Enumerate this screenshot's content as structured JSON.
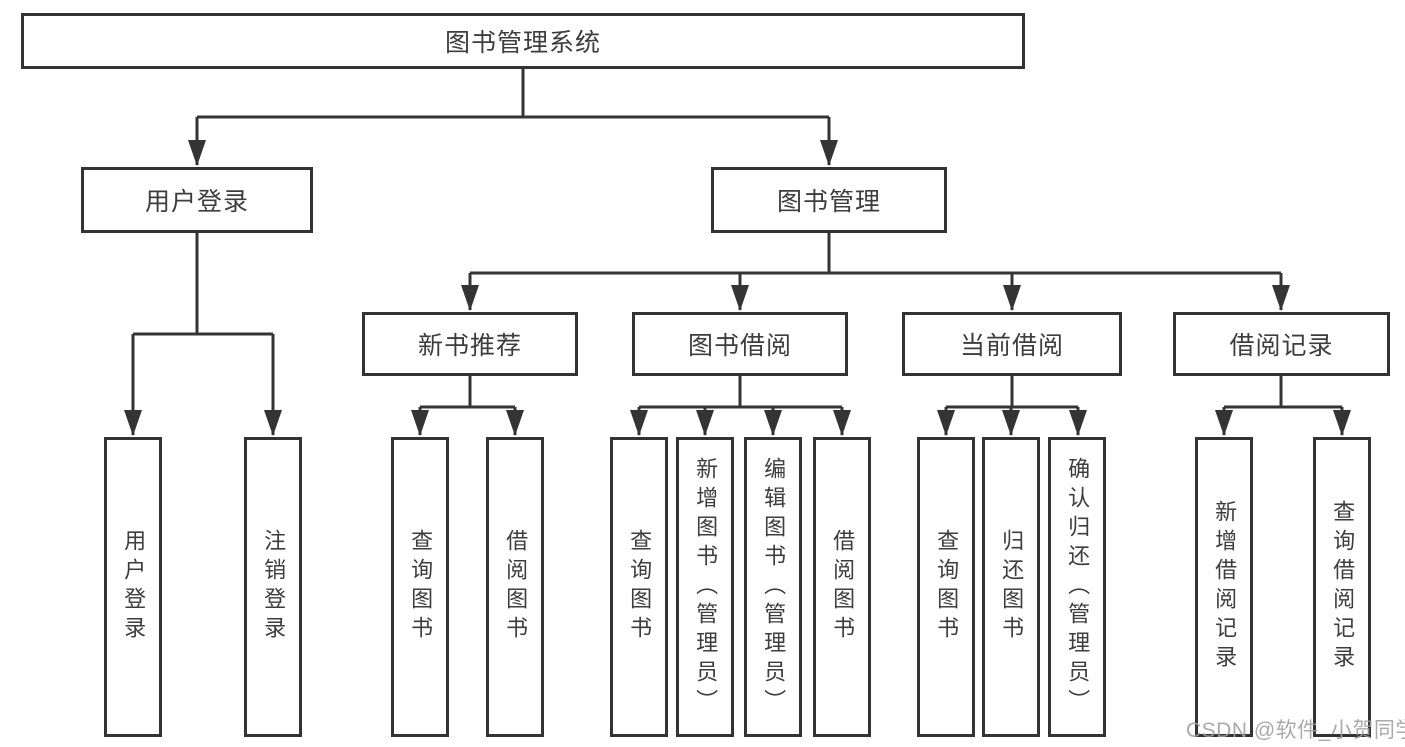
{
  "colors": {
    "line": "#343434",
    "border": "#333333",
    "text": "#3d3d3d",
    "background": "#ffffff",
    "watermark": "#9e9e9e"
  },
  "tree": {
    "root": {
      "label": "图书管理系统",
      "children": [
        {
          "label": "用户登录",
          "children": [
            {
              "label": "用户登录"
            },
            {
              "label": "注销登录"
            }
          ]
        },
        {
          "label": "图书管理",
          "children": [
            {
              "label": "新书推荐",
              "children": [
                {
                  "label": "查询图书"
                },
                {
                  "label": "借阅图书"
                }
              ]
            },
            {
              "label": "图书借阅",
              "children": [
                {
                  "label": "查询图书"
                },
                {
                  "label": "新增图书（管理员）"
                },
                {
                  "label": "编辑图书（管理员）"
                },
                {
                  "label": "借阅图书"
                }
              ]
            },
            {
              "label": "当前借阅",
              "children": [
                {
                  "label": "查询图书"
                },
                {
                  "label": "归还图书"
                },
                {
                  "label": "确认归还（管理员）"
                }
              ]
            },
            {
              "label": "借阅记录",
              "children": [
                {
                  "label": "新增借阅记录"
                },
                {
                  "label": "查询借阅记录"
                }
              ]
            }
          ]
        }
      ]
    }
  },
  "watermark": {
    "text": "CSDN @软件_小贺同学"
  }
}
